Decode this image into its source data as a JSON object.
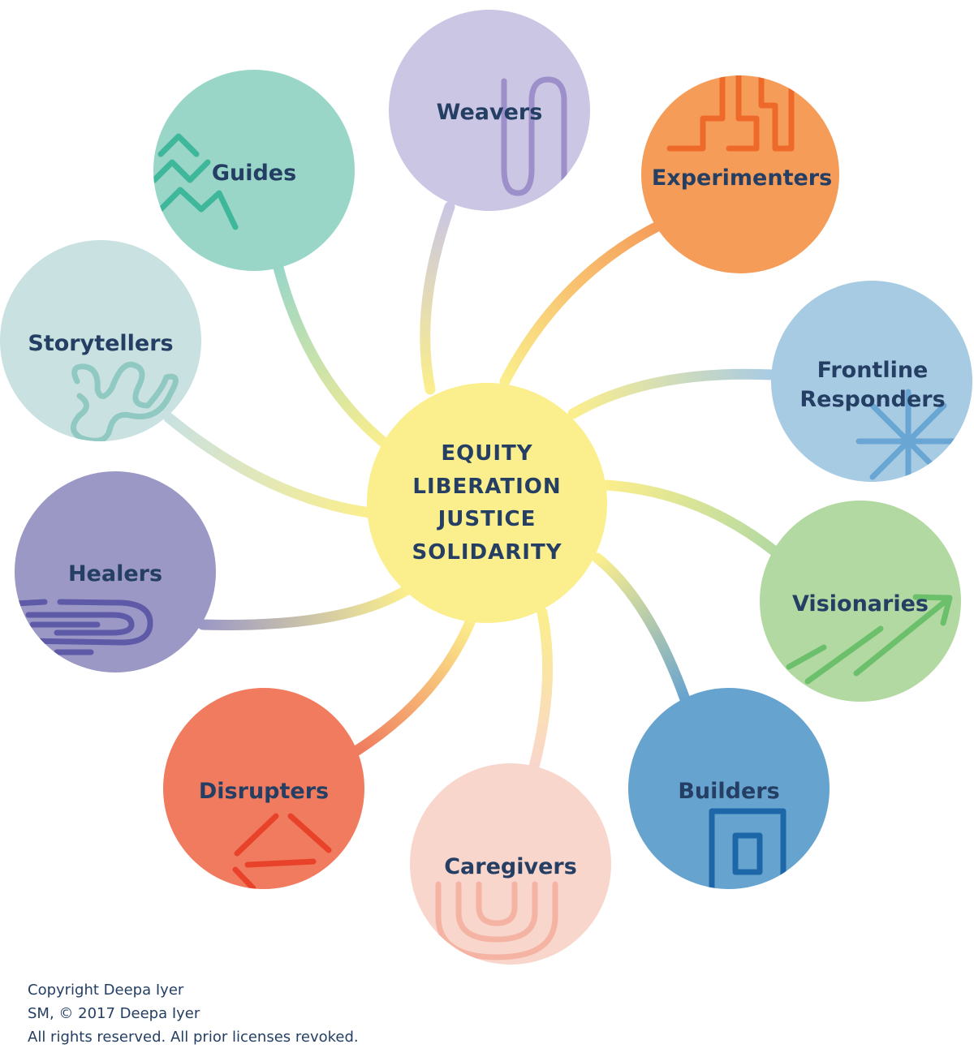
{
  "center": {
    "lines": [
      "EQUITY",
      "LIBERATION",
      "JUSTICE",
      "SOLIDARITY"
    ],
    "color": "#fbee8c"
  },
  "roles": {
    "weavers": {
      "label": "Weavers",
      "color": "#cac6e3",
      "icon": "woven-loop-icon"
    },
    "experimenters": {
      "label": "Experimenters",
      "color": "#f59c59",
      "icon": "stepped-lines-icon"
    },
    "frontline": {
      "label_lines": [
        "Frontline",
        "Responders"
      ],
      "color": "#a8cbe4",
      "icon": "asterisk-icon"
    },
    "visionaries": {
      "label": "Visionaries",
      "color": "#b3d9a2",
      "icon": "arrow-up-right-icon"
    },
    "builders": {
      "label": "Builders",
      "color": "#67a3cf",
      "icon": "nested-squares-icon"
    },
    "caregivers": {
      "label": "Caregivers",
      "color": "#f9d6cc",
      "icon": "nested-arches-icon"
    },
    "disrupters": {
      "label": "Disrupters",
      "color": "#f07b5e",
      "icon": "broken-triangle-icon"
    },
    "healers": {
      "label": "Healers",
      "color": "#9b98c6",
      "icon": "swirl-lines-icon"
    },
    "storytellers": {
      "label": "Storytellers",
      "color": "#c9e1e1",
      "icon": "wavy-hand-icon"
    },
    "guides": {
      "label": "Guides",
      "color": "#99d6c8",
      "icon": "zigzag-icon"
    }
  },
  "copyright": {
    "line1": "Copyright Deepa Iyer",
    "line2": "SM, © 2017 Deepa Iyer",
    "line3": "All rights reserved. All prior licenses revoked."
  }
}
